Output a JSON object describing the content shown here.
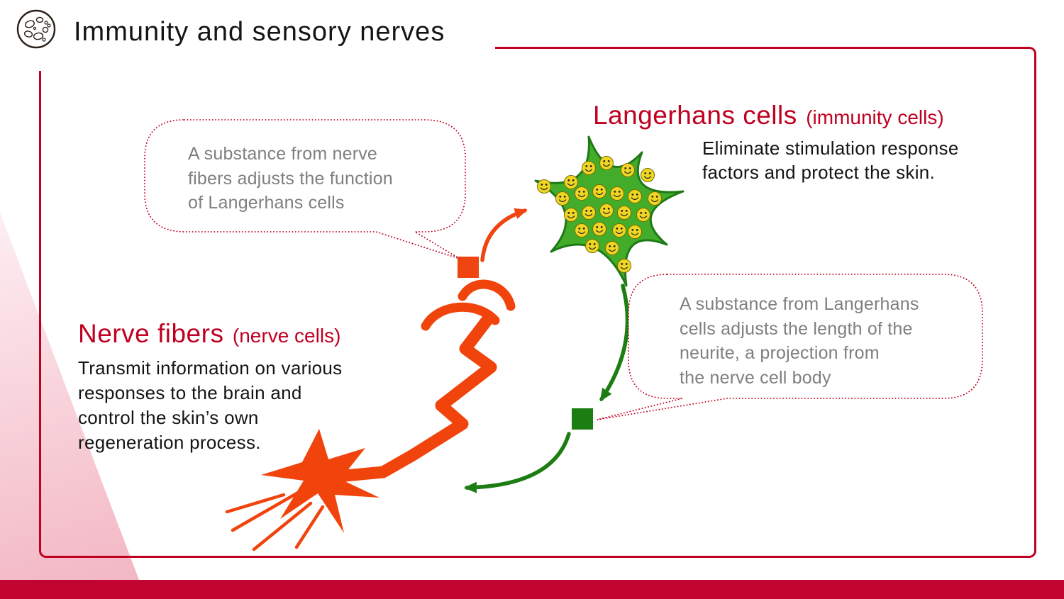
{
  "header": {
    "title": "Immunity and sensory nerves",
    "logo_icon": "skin-cells-icon"
  },
  "langerhans": {
    "title": "Langerhans cells",
    "subtitle": "(immunity cells)",
    "description": "Eliminate stimulation response\nfactors and protect the skin."
  },
  "nerve": {
    "title": "Nerve fibers",
    "subtitle": "(nerve cells)",
    "description": "Transmit information on various\nresponses to the brain and\ncontrol the skin’s own\nregeneration process."
  },
  "bubbles": {
    "nerve_to_langerhans": "A substance from nerve\nfibers adjusts the function\nof Langerhans cells",
    "langerhans_to_nerve": "A substance from Langerhans\ncells adjusts the length of the\nneurite, a projection from\nthe nerve cell body"
  },
  "markers": {
    "orange_square": "substance-from-nerve-fibers",
    "green_square": "substance-from-langerhans-cells"
  },
  "colors": {
    "accent_red": "#c00021",
    "bottom_bar_red": "#c20430",
    "nerve_orange": "#ef4511",
    "arrow_green": "#1c7d12",
    "cell_green": "#43ad2b",
    "cell_outline_green": "#1d7a16",
    "smiley_yellow": "#efd622",
    "bubble_text_gray": "#7f7f7f",
    "pink_wedge": "#f2b7c4",
    "title_text": "#151515"
  }
}
